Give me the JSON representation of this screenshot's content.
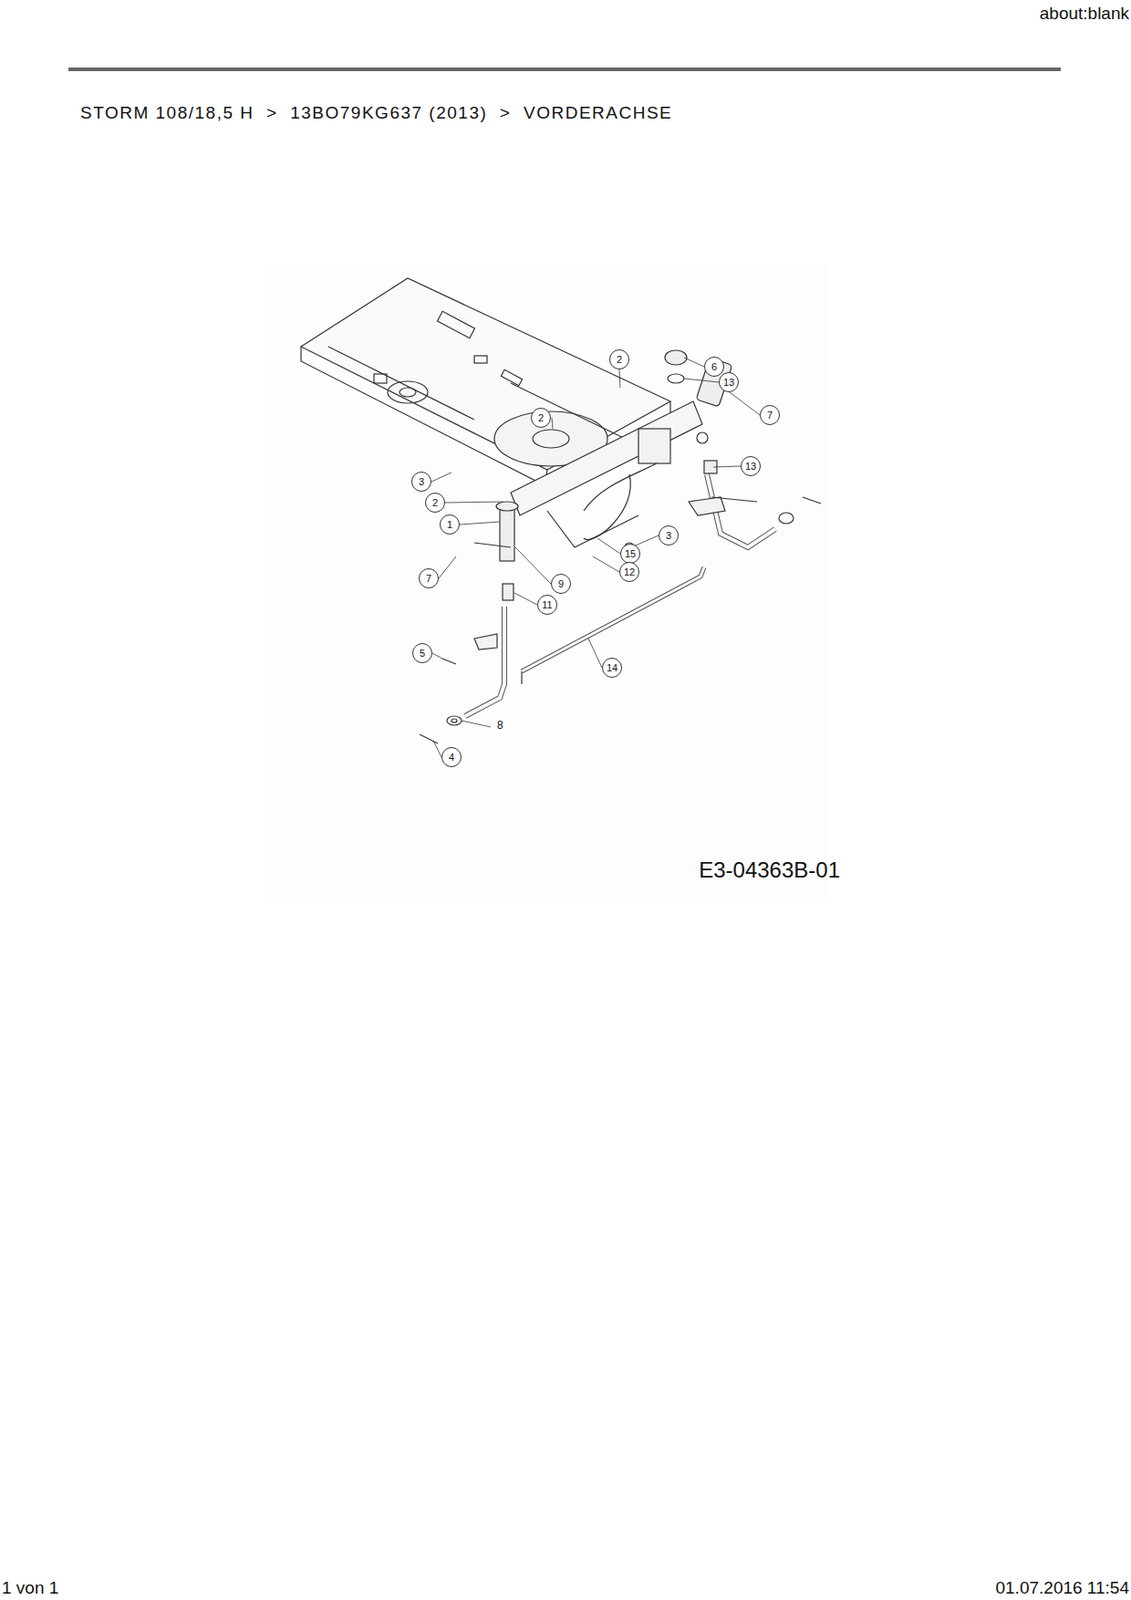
{
  "diagram": {
    "title": "STORM 108/18,5 H  >  13BO79KG637 (2013)  >  VORDERACHSE",
    "nodes": [
      {
        "text": [
          "2"
        ]
      },
      {
        "text": [
          "6"
        ]
      },
      {
        "text": [
          "13"
        ]
      },
      {
        "text": [
          "7"
        ]
      },
      {
        "text": [
          "2"
        ]
      },
      {
        "text": [
          "13"
        ]
      },
      {
        "text": [
          "3"
        ]
      },
      {
        "text": [
          "2"
        ]
      },
      {
        "text": [
          "1"
        ]
      },
      {
        "text": [
          "3"
        ]
      },
      {
        "text": [
          "15"
        ]
      },
      {
        "text": [
          "12"
        ]
      },
      {
        "text": [
          "7"
        ]
      },
      {
        "text": [
          "9"
        ]
      },
      {
        "text": [
          "11"
        ]
      },
      {
        "text": [
          "5"
        ]
      },
      {
        "text": [
          "14"
        ]
      },
      {
        "text": [
          "4"
        ]
      }
    ],
    "labels": [
      "about:blank",
      "8",
      "E3-04363B-01",
      "1 von 1",
      "01.07.2016 11:54"
    ]
  }
}
